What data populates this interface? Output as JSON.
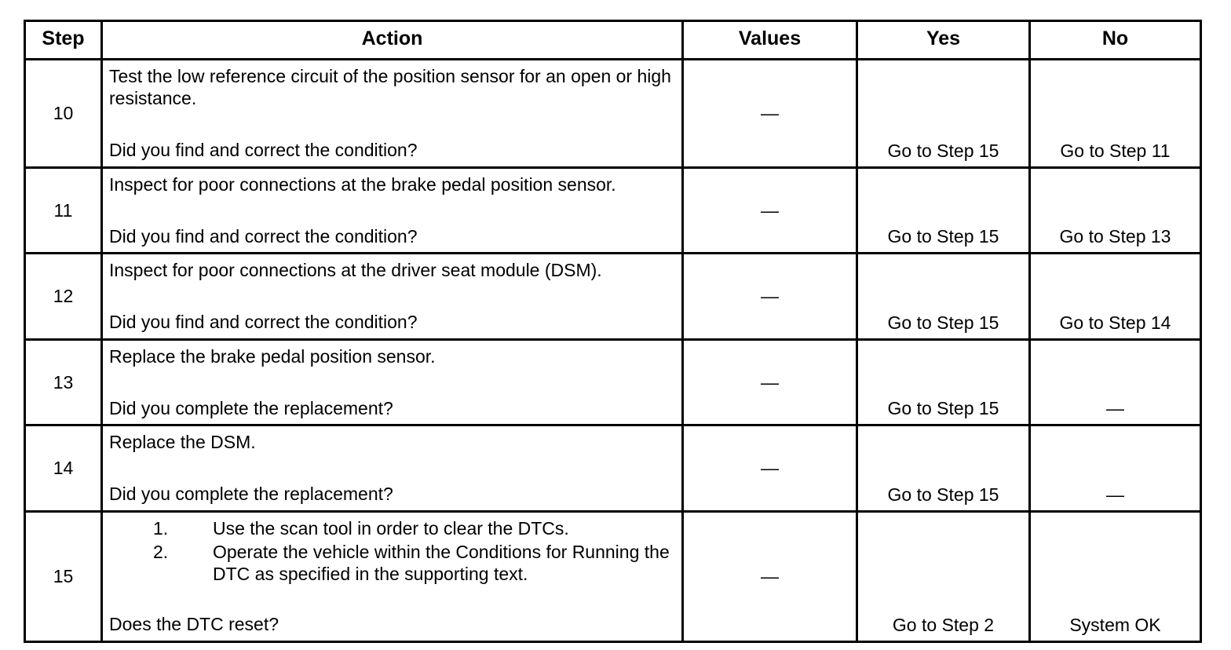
{
  "table": {
    "headers": {
      "step": "Step",
      "action": "Action",
      "values": "Values",
      "yes": "Yes",
      "no": "No"
    },
    "rows": [
      {
        "step": "10",
        "action_lead": "Test the low reference circuit of the position sensor for an open or high resistance.",
        "action_question": "Did you find and correct the condition?",
        "action_list": [],
        "values": "—",
        "yes": "Go to Step 15",
        "no": "Go to Step 11"
      },
      {
        "step": "11",
        "action_lead": "Inspect for poor connections at the brake pedal position sensor.",
        "action_question": "Did you find and correct the condition?",
        "action_list": [],
        "values": "—",
        "yes": "Go to Step 15",
        "no": "Go to Step 13"
      },
      {
        "step": "12",
        "action_lead": "Inspect for poor connections at the driver seat module (DSM).",
        "action_question": "Did you find and correct the condition?",
        "action_list": [],
        "values": "—",
        "yes": "Go to Step 15",
        "no": "Go to Step 14"
      },
      {
        "step": "13",
        "action_lead": "Replace the brake pedal position sensor.",
        "action_question": "Did you complete the replacement?",
        "action_list": [],
        "values": "—",
        "yes": "Go to Step 15",
        "no": "—"
      },
      {
        "step": "14",
        "action_lead": "Replace the DSM.",
        "action_question": "Did you complete the replacement?",
        "action_list": [],
        "values": "—",
        "yes": "Go to Step 15",
        "no": "—"
      },
      {
        "step": "15",
        "action_lead": "",
        "action_question": "Does the DTC reset?",
        "action_list": [
          {
            "num": "1.",
            "text": "Use the scan tool in order to clear the DTCs."
          },
          {
            "num": "2.",
            "text": "Operate the vehicle within the Conditions for Running the DTC as specified in the supporting text."
          }
        ],
        "values": "—",
        "yes": "Go to Step 2",
        "no": "System OK"
      }
    ]
  },
  "colors": {
    "border": "#000000",
    "text": "#000000",
    "background": "#ffffff"
  }
}
